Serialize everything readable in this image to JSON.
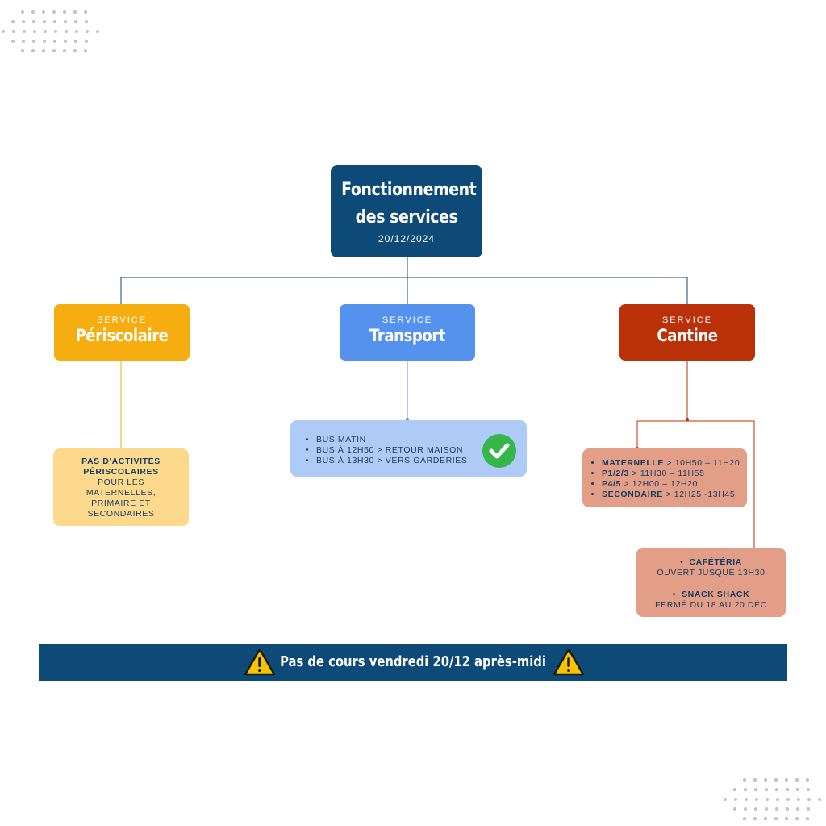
{
  "root": {
    "title_line1": "Fonctionnement",
    "title_line2": "des services",
    "date": "20/12/2024"
  },
  "services": [
    {
      "kicker": "SERVICE",
      "name": "Périscolaire",
      "color": "#f6ad10"
    },
    {
      "kicker": "SERVICE",
      "name": "Transport",
      "color": "#5492ee"
    },
    {
      "kicker": "SERVICE",
      "name": "Cantine",
      "color": "#ba3009"
    }
  ],
  "periscolaire_card": {
    "bold_line1": "PAS D'ACTIVITÉS",
    "bold_line2": "PÉRISCOLAIRES",
    "rest_line1": "POUR LES",
    "rest_line2": "MATERNELLES,",
    "rest_line3": "PRIMAIRE ET",
    "rest_line4": "SECONDAIRES",
    "color": "#fdd98d"
  },
  "transport_card": {
    "items": [
      "BUS MATIN",
      "BUS À 12H50 > RETOUR MAISON",
      "BUS À 13H30 > VERS GARDERIES"
    ],
    "check_icon": "check-circle-icon",
    "color": "#aecbf7",
    "check_color": "#35b54a"
  },
  "cantine_card": {
    "items": [
      {
        "label": "MATERNELLE",
        "time": " > 10H50 – 11H20"
      },
      {
        "label": "P1/2/3",
        "time": " > 11H30 – 11H55"
      },
      {
        "label": "P4/5",
        "time": " > 12H00 – 12H20"
      },
      {
        "label": "SECONDAIRE",
        "time": " > 12H25 -13H45"
      }
    ],
    "color": "#e29e87"
  },
  "cafeteria_card": {
    "item1_label": "CAFÉTÉRIA",
    "item1_detail": "OUVERT JUSQUE 13H30",
    "item2_label": "SNACK SHACK",
    "item2_detail": "FERMÉ DU 18 AU 20 DÉC",
    "color": "#e29e87"
  },
  "banner": {
    "text": "Pas de cours vendredi 20/12 après-midi",
    "icon": "warning-icon",
    "color": "#0d4a78"
  }
}
